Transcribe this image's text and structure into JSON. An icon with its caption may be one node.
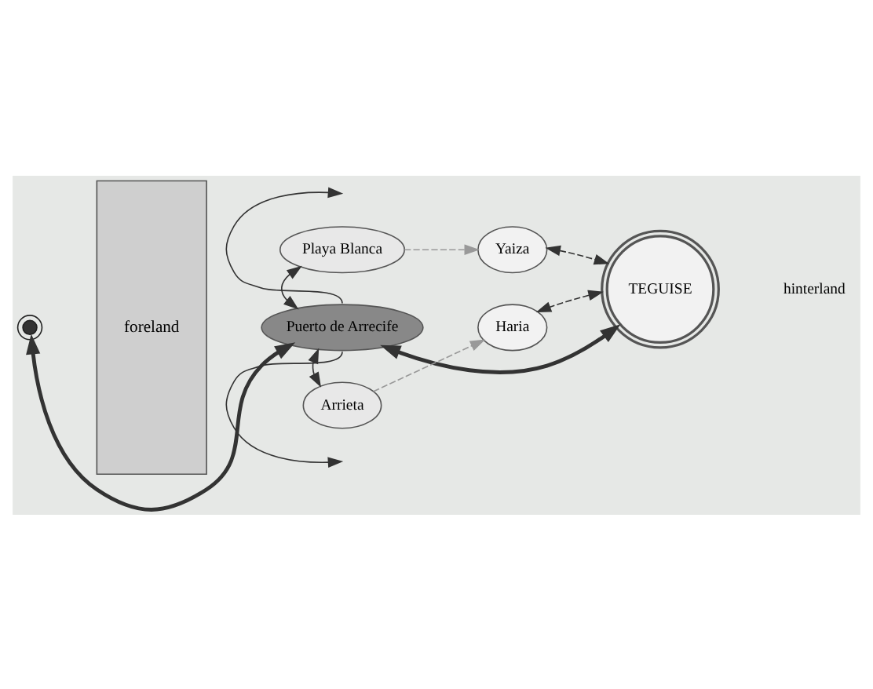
{
  "diagram": {
    "nodes": [
      {
        "text": [
          "foreland"
        ]
      },
      {
        "text": [],
        "shape": "circle"
      },
      {
        "text": [
          "Playa Blanca"
        ]
      },
      {
        "text": [
          "Yaiza"
        ]
      },
      {
        "text": [
          "Puerto de Arrecife"
        ]
      },
      {
        "text": [
          "TEGUISE"
        ]
      },
      {
        "text": [
          "Haria"
        ]
      },
      {
        "text": [
          "Arrieta"
        ]
      }
    ],
    "edges": [
      {
        "from": 4,
        "to": 1,
        "arrow": "both",
        "style": "thick"
      },
      {
        "from": 4,
        "to": 5,
        "arrow": "both",
        "style": "thick"
      },
      {
        "from": 4,
        "to": null,
        "arrow": "to"
      },
      {
        "from": 4,
        "to": null,
        "arrow": "to"
      },
      {
        "from": 4,
        "to": 2,
        "arrow": "both"
      },
      {
        "from": 4,
        "to": 7,
        "arrow": "both"
      },
      {
        "from": 2,
        "to": 3,
        "arrow": "to",
        "style": "dashed",
        "color": "#999999"
      },
      {
        "from": 3,
        "to": 5,
        "arrow": "both",
        "style": "dashed"
      },
      {
        "from": 5,
        "to": 6,
        "arrow": "both",
        "style": "dashed"
      },
      {
        "from": 7,
        "to": 6,
        "arrow": "to",
        "style": "dashed",
        "color": "#999999"
      }
    ],
    "labels": [
      "hinterland"
    ]
  }
}
